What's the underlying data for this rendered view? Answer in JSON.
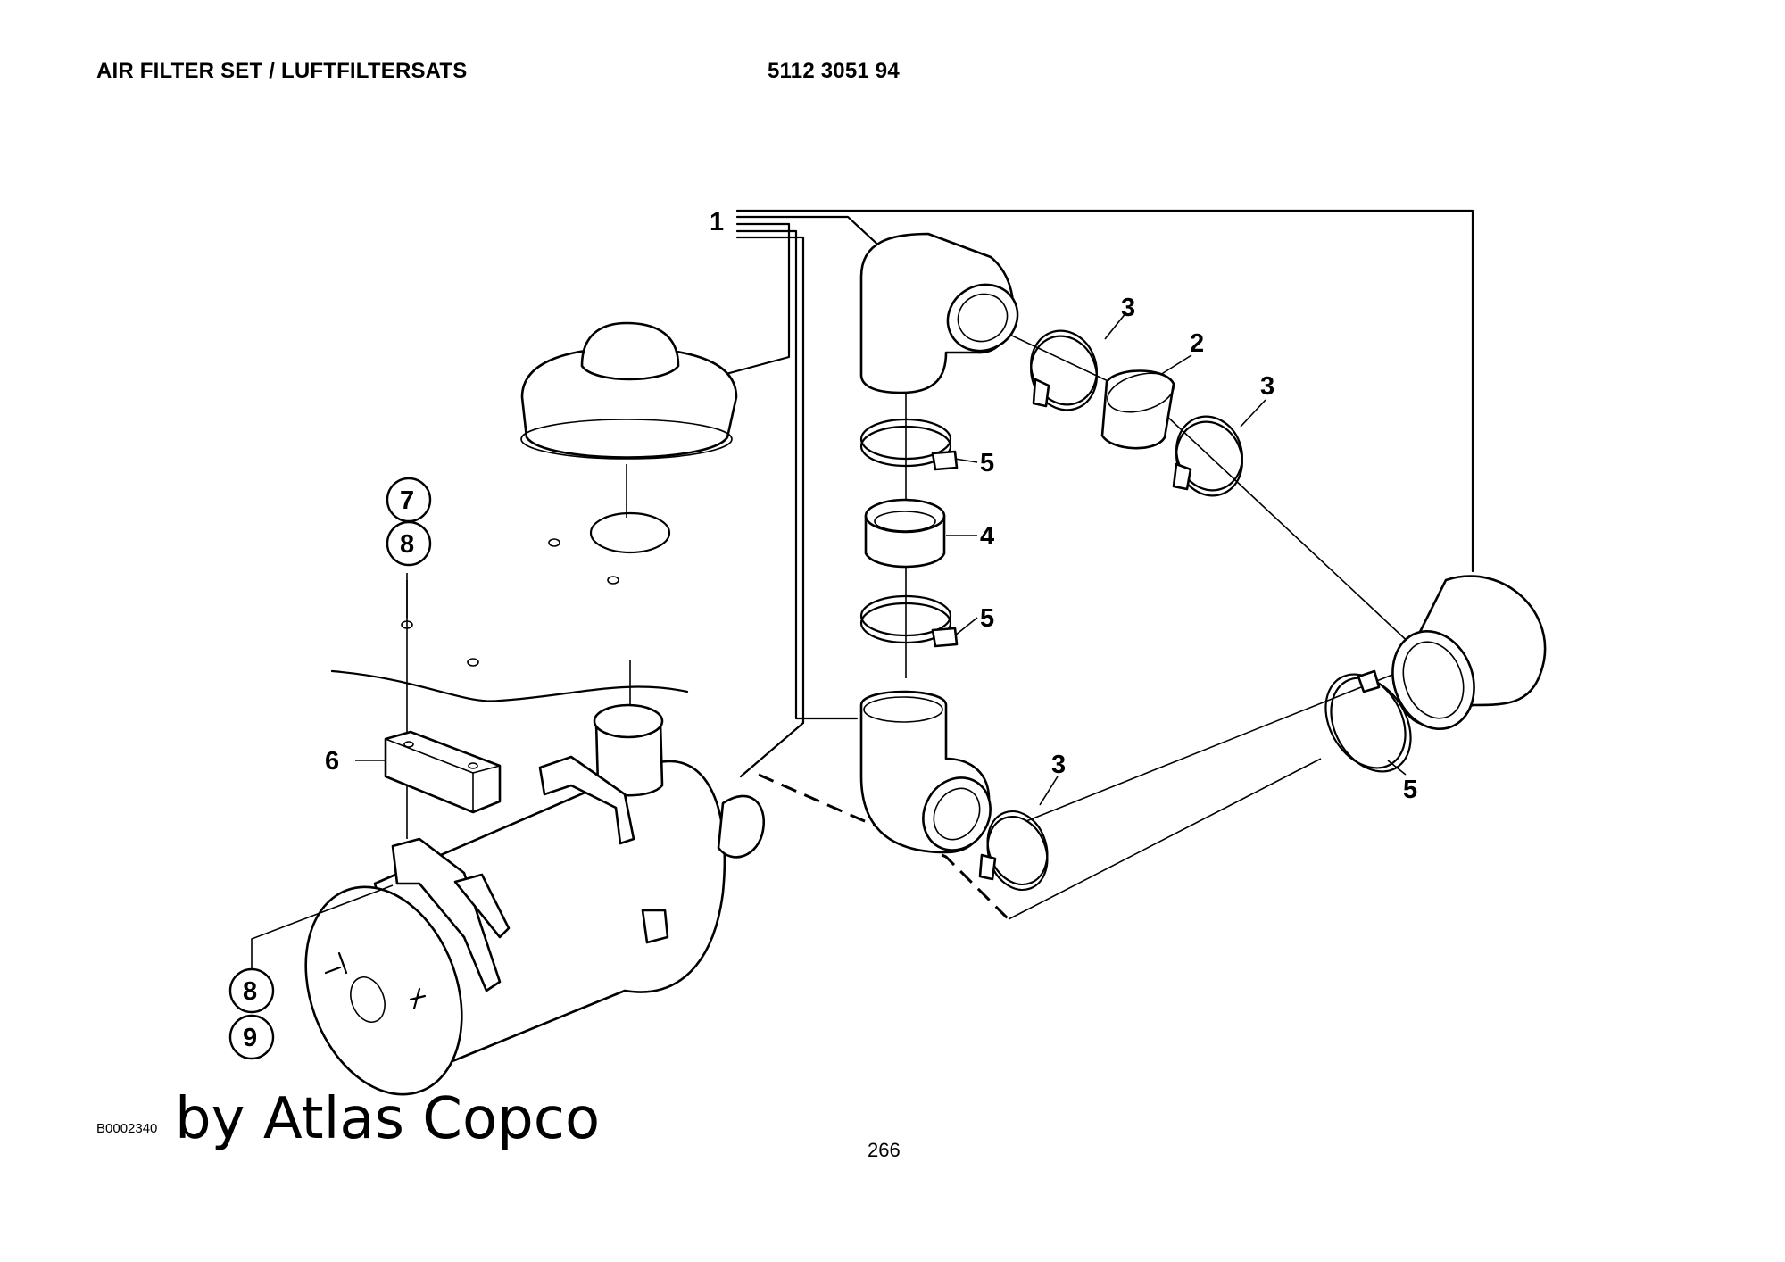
{
  "header": {
    "title": "AIR FILTER SET / LUFTFILTERSATS",
    "part_number": "5112 3051 94"
  },
  "callouts": {
    "c1": "1",
    "c2": "2",
    "c3a": "3",
    "c3b": "3",
    "c3c": "3",
    "c4": "4",
    "c5a": "5",
    "c5b": "5",
    "c5c": "5",
    "c6": "6",
    "c7": "7",
    "c8a": "8",
    "c8b": "8",
    "c9": "9"
  },
  "footer": {
    "drawing_code": "B0002340",
    "brand": "by Atlas Copco",
    "page_number": "266"
  }
}
